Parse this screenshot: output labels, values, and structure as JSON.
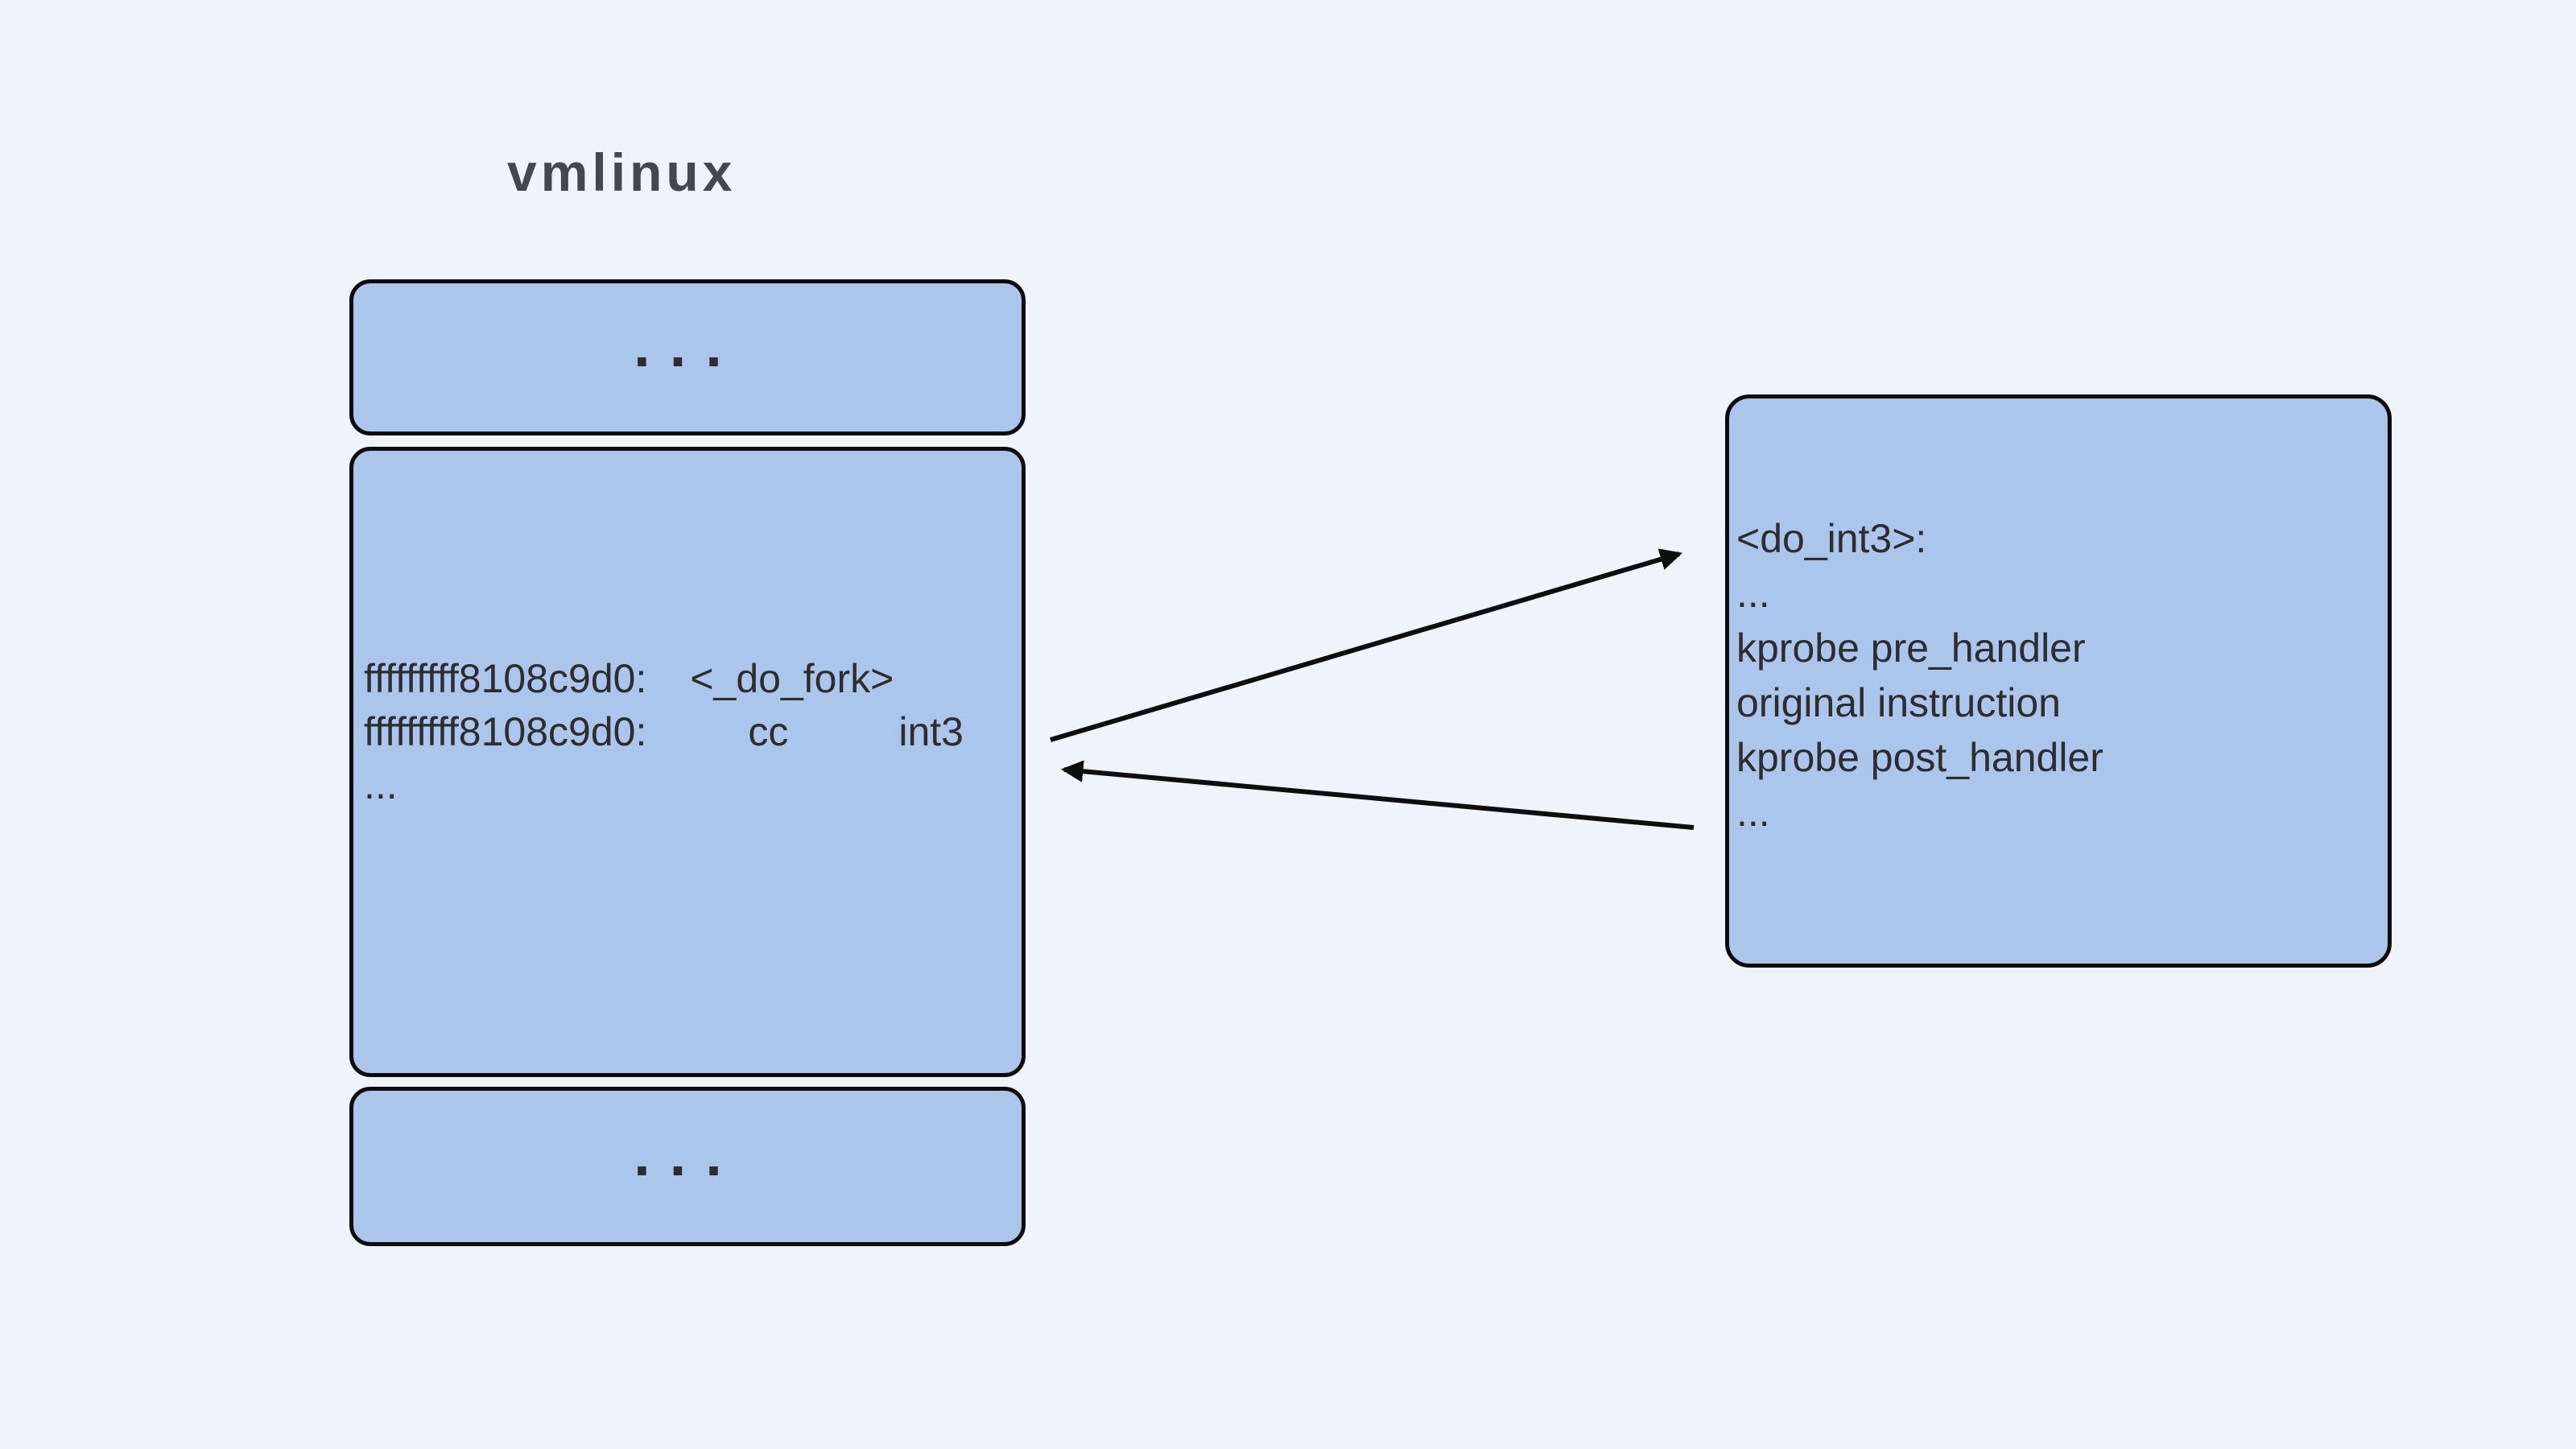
{
  "title": "vmlinux",
  "left_column": {
    "top_box": {
      "ellipsis": "..."
    },
    "middle_box": {
      "lines": [
        {
          "address": "fffffffff8108c9d0:",
          "symbol": "<_do_fork>"
        },
        {
          "address": "fffffffff8108c9d0:",
          "opcode": "cc",
          "mnemonic": "int3"
        },
        {
          "text": "..."
        }
      ]
    },
    "bottom_box": {
      "ellipsis": "..."
    }
  },
  "right_box": {
    "lines": [
      "<do_int3>:",
      "...",
      "kprobe pre_handler",
      "original instruction",
      "kprobe post_handler",
      "..."
    ]
  },
  "colors": {
    "background": "#eff3fa",
    "box_fill": "#acc6eb",
    "box_border": "#0c0c0c",
    "box_text": "#2b2d31",
    "title_text": "#43474f",
    "arrow": "#0e0e0e"
  }
}
